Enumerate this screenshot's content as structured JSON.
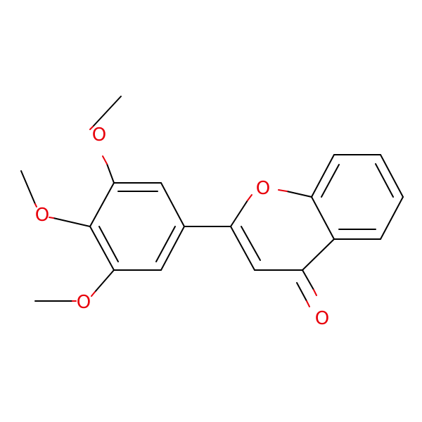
{
  "colors": {
    "bond": "#000000",
    "oxygen": "#e8000b",
    "background": "#ffffff"
  },
  "atoms": {
    "o_ring": "O",
    "o_carbonyl": "O",
    "o_methoxy_top": "O",
    "o_methoxy_mid": "O",
    "o_methoxy_bottom": "O"
  }
}
